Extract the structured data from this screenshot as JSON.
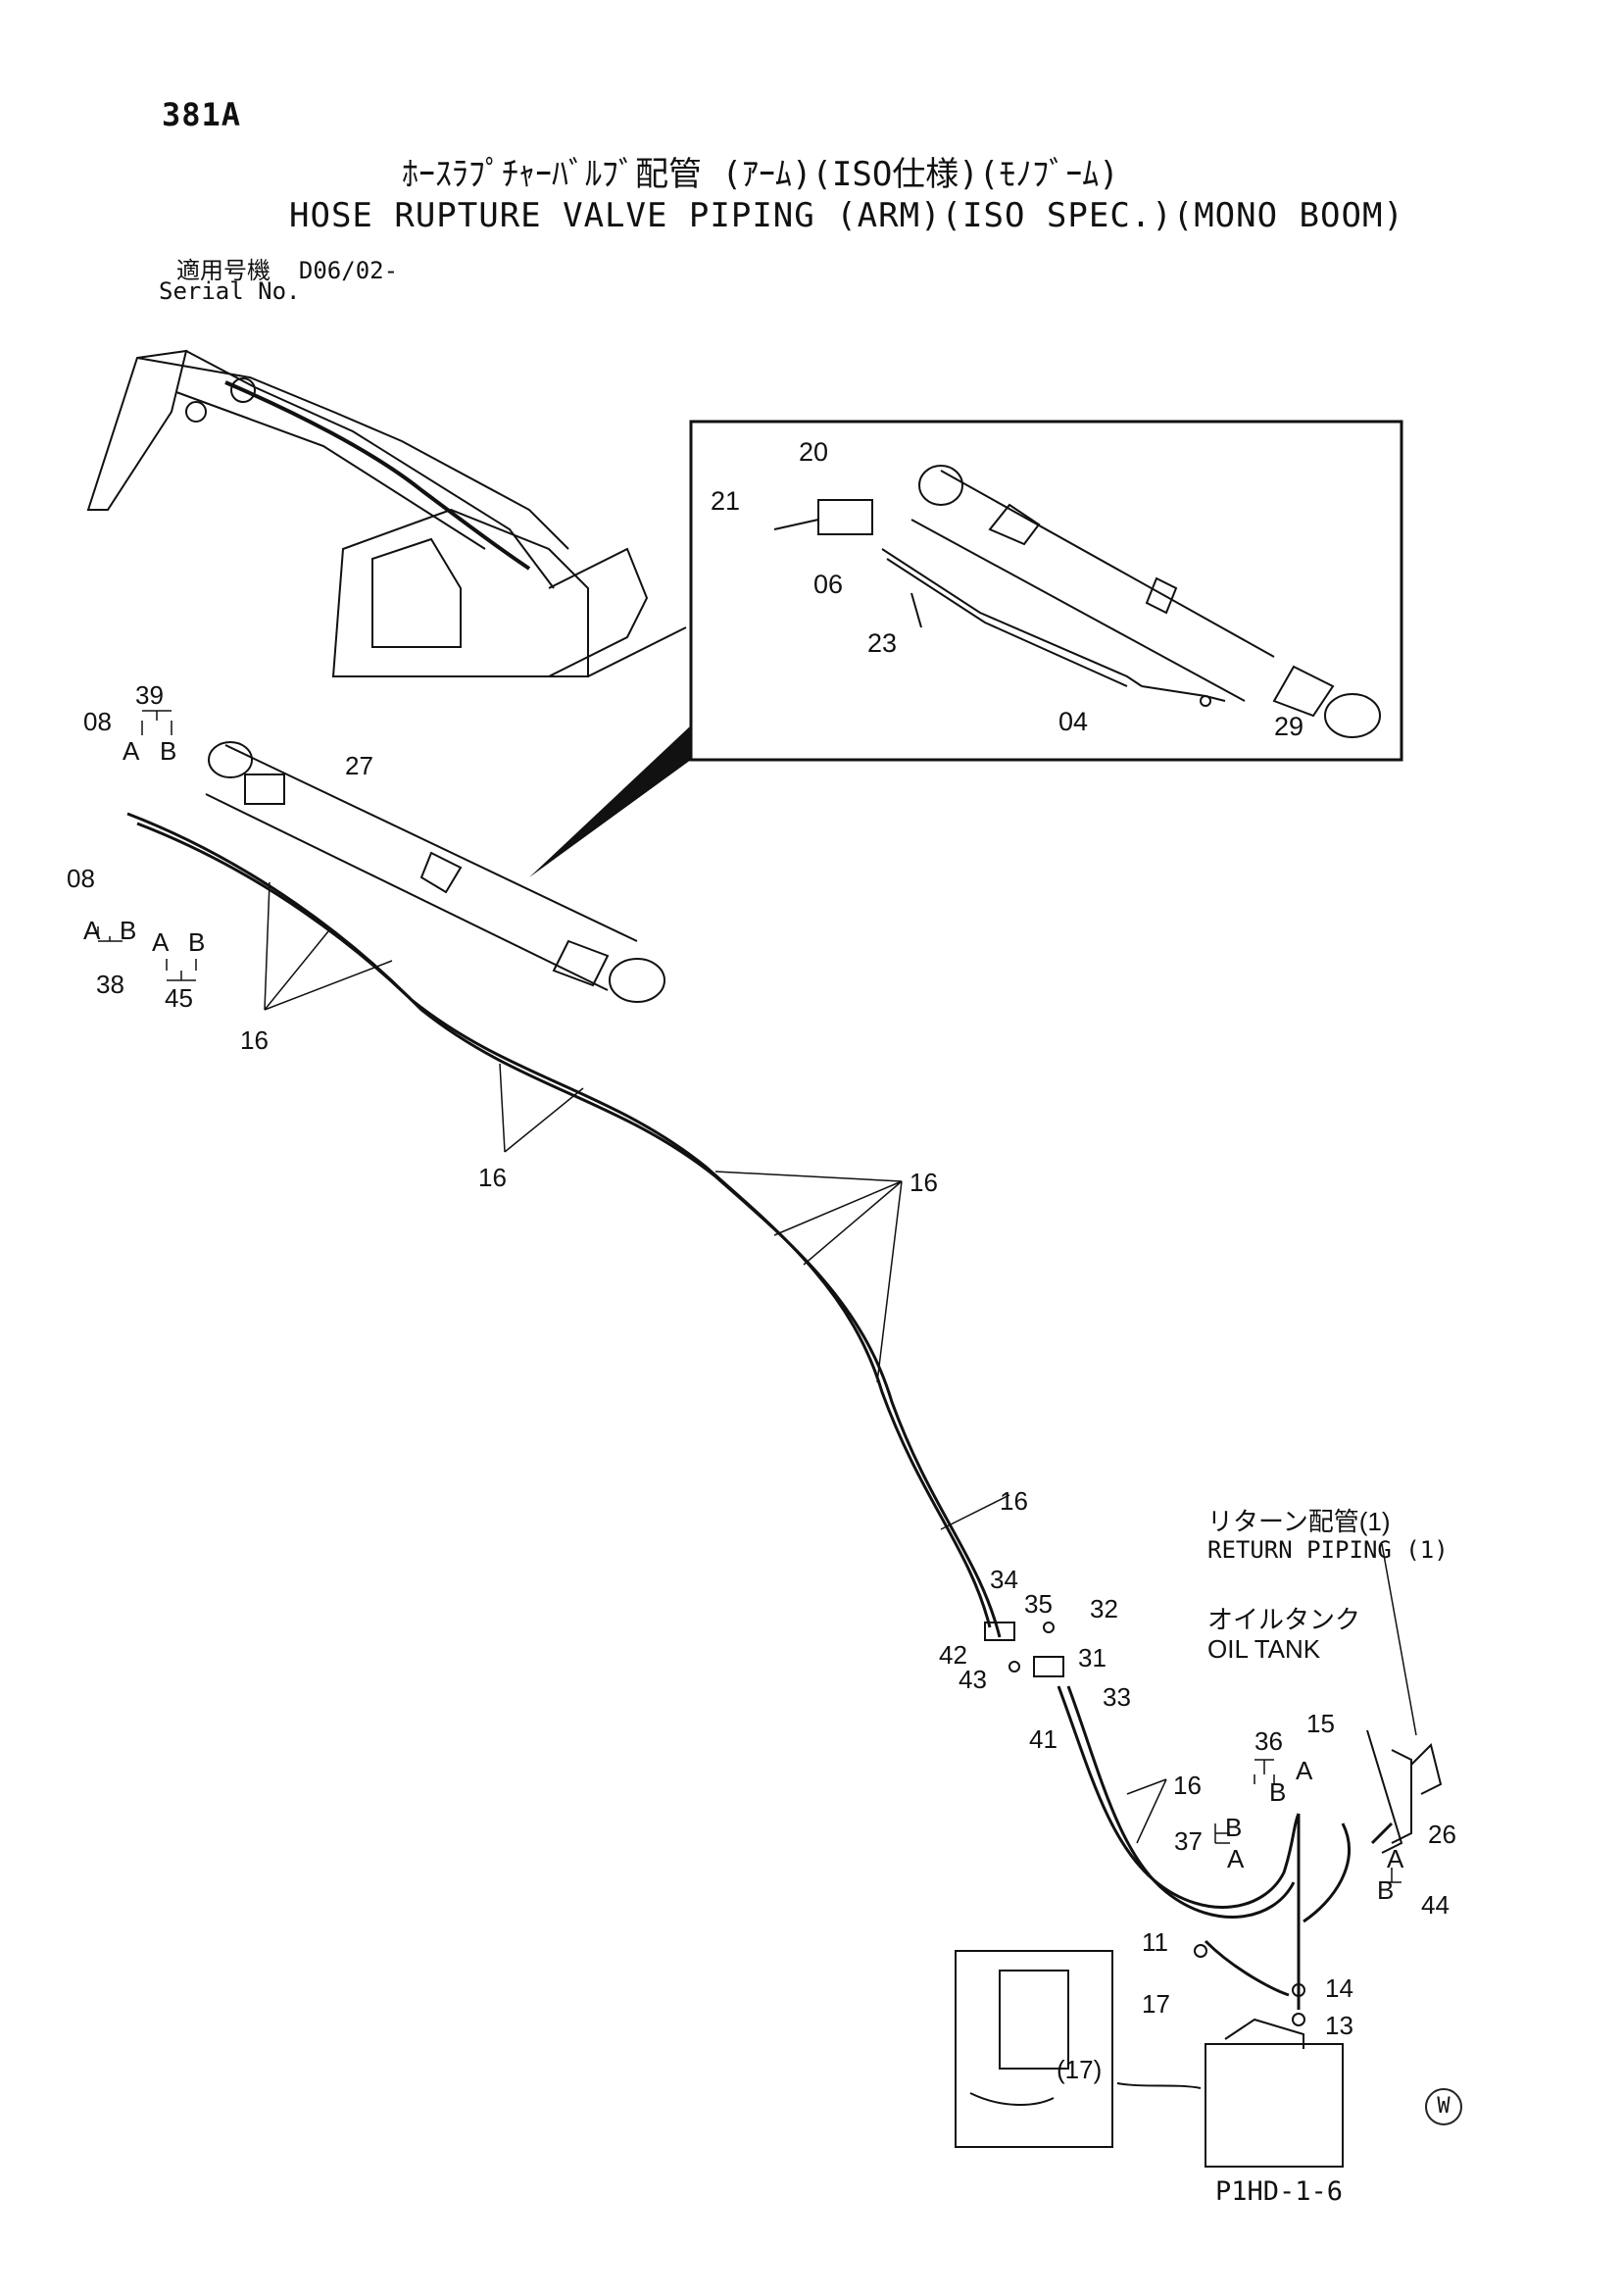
{
  "header": {
    "page_number": "381A",
    "title_jp": "ﾎｰｽﾗﾌﾟﾁｬｰﾊﾞﾙﾌﾞ配管 (ｱｰﾑ)(ISO仕様)(ﾓﾉﾌﾞｰﾑ)",
    "title_en": "HOSE RUPTURE VALVE PIPING (ARM)(ISO SPEC.)(MONO BOOM)",
    "serial_label_jp": "適用号機",
    "serial_value": "D06/02-",
    "serial_label_en": "Serial No."
  },
  "inset_labels": {
    "p20": "20",
    "p21": "21",
    "p06": "06",
    "p23": "23",
    "p04": "04",
    "p29": "29"
  },
  "part_labels": {
    "p39": "39",
    "p08a": "08",
    "p08b": "08",
    "p27": "27",
    "p38": "38",
    "p45": "45",
    "p16a": "16",
    "p16b": "16",
    "p16c": "16",
    "p16d": "16",
    "p16e": "16",
    "p34": "34",
    "p35": "35",
    "p32": "32",
    "p42": "42",
    "p43": "43",
    "p31": "31",
    "p33": "33",
    "p41": "41",
    "p36": "36",
    "p15": "15",
    "p26": "26",
    "p37": "37",
    "p44": "44",
    "p11": "11",
    "p17": "17",
    "p14": "14",
    "p13": "13",
    "p17ref": "(17)"
  },
  "port_letters": {
    "a": "A",
    "b": "B"
  },
  "callouts": {
    "return_piping_jp": "リターン配管(1)",
    "return_piping_en": "RETURN PIPING (1)",
    "oil_tank_jp": "オイルタンク",
    "oil_tank_en": "OIL TANK"
  },
  "footer": {
    "code": "P1HD-1-6",
    "watermark": "W"
  }
}
